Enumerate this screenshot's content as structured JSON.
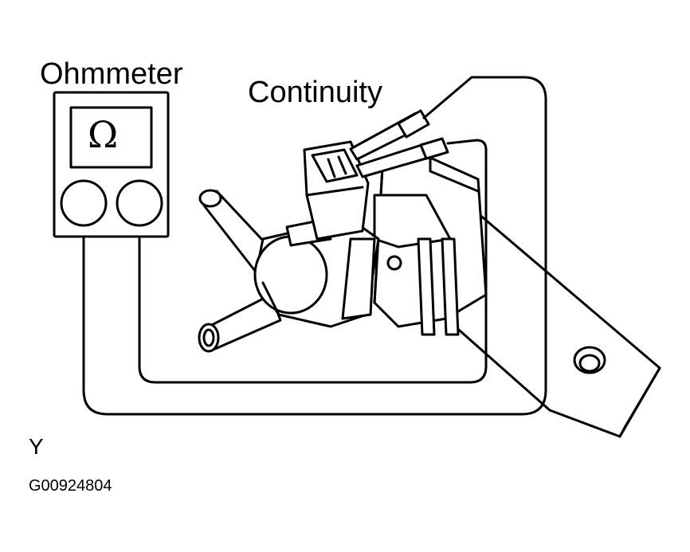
{
  "labels": {
    "meter_name": "Ohmmeter",
    "test_name": "Continuity",
    "display_symbol": "Ω",
    "view_letter": "Y",
    "figure_id": "G00924804"
  },
  "colors": {
    "ink": "#000000",
    "paper": "#ffffff"
  }
}
